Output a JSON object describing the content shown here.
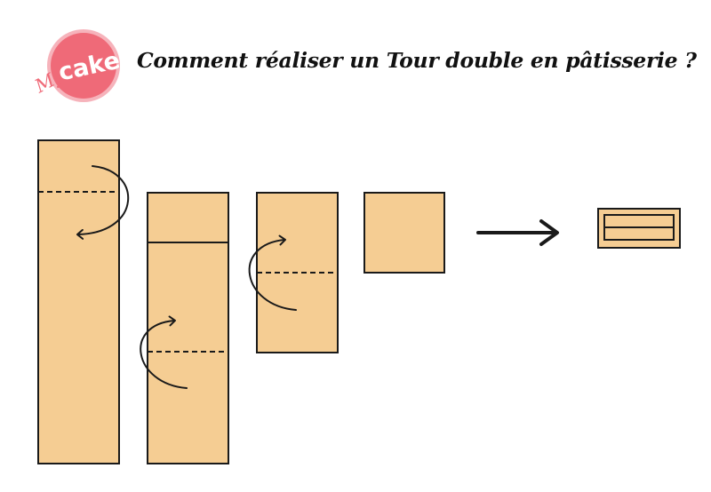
{
  "logo": {
    "script_text": "My",
    "word_text": "cake",
    "colors": {
      "circle": "#ef6a78",
      "circle_rim": "#f6b3bb",
      "text": "#ffffff"
    }
  },
  "title": "Comment réaliser un Tour double en pâtisserie ?",
  "colors": {
    "dough_fill": "#f5cd93",
    "stroke": "#1a1a1a",
    "arrow": "#1a1a1a"
  },
  "steps": [
    {
      "fold": "step-1-long-strip",
      "fold_marks": 1
    },
    {
      "fold": "step-2-folded-strip",
      "fold_marks": 1
    },
    {
      "fold": "step-3-shorter-strip",
      "fold_marks": 1
    },
    {
      "fold": "step-4-square",
      "fold_marks": 0
    },
    {
      "fold": "result-layered-block",
      "layers": 3
    }
  ],
  "icons": {
    "curved_arrow": "curved-fold-arrow-icon",
    "straight_arrow": "right-arrow-icon"
  }
}
